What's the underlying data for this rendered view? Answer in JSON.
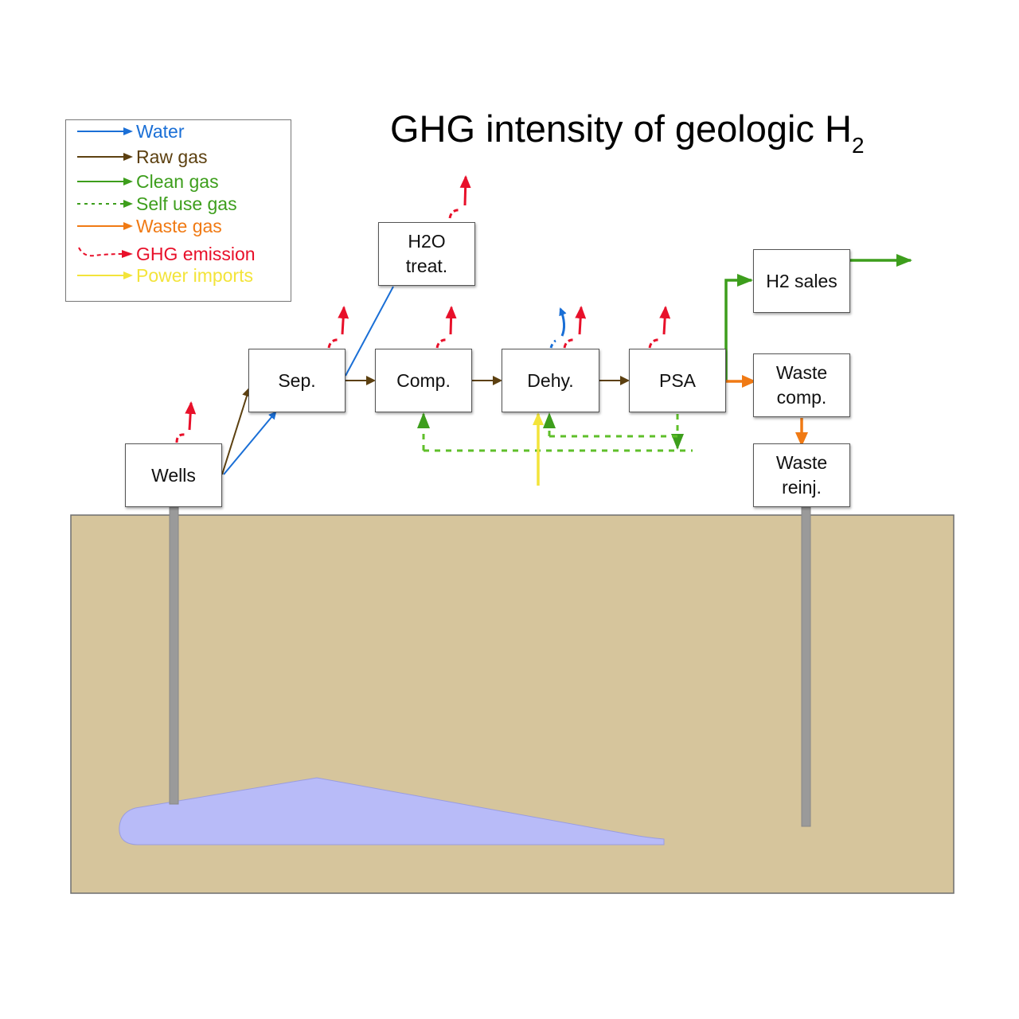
{
  "title": {
    "text": "GHG intensity of geologic H",
    "subscript": "2"
  },
  "legend": [
    {
      "label": "Water",
      "color": "#1a6fd6",
      "style": "solid"
    },
    {
      "label": "Raw gas",
      "color": "#5c4010",
      "style": "solid"
    },
    {
      "label": "Clean gas",
      "color": "#3d9e1c",
      "style": "solid"
    },
    {
      "label": "Self use gas",
      "color": "#3d9e1c",
      "style": "dotted"
    },
    {
      "label": "Waste gas",
      "color": "#f07a14",
      "style": "solid"
    },
    {
      "label": "GHG emission",
      "color": "#e8102a",
      "style": "dashed-curve"
    },
    {
      "label": "Power imports",
      "color": "#f3e43a",
      "style": "solid"
    }
  ],
  "boxes": {
    "wells": "Wells",
    "sep": "Sep.",
    "h2o_line1": "H2O",
    "h2o_line2": "treat.",
    "comp": "Comp.",
    "dehy": "Dehy.",
    "psa": "PSA",
    "h2_sales": "H2 sales",
    "waste_comp_line1": "Waste",
    "waste_comp_line2": "comp.",
    "waste_reinj_line1": "Waste",
    "waste_reinj_line2": "reinj."
  },
  "colors": {
    "ground": "#d6c59c",
    "reservoir": "#b8bbf8",
    "well_pipe": "#9a9a9a",
    "water": "#1a6fd6",
    "raw_gas": "#5c4010",
    "clean_gas": "#3d9e1c",
    "waste_gas": "#f07a14",
    "ghg": "#e8102a",
    "power": "#f3e43a"
  }
}
